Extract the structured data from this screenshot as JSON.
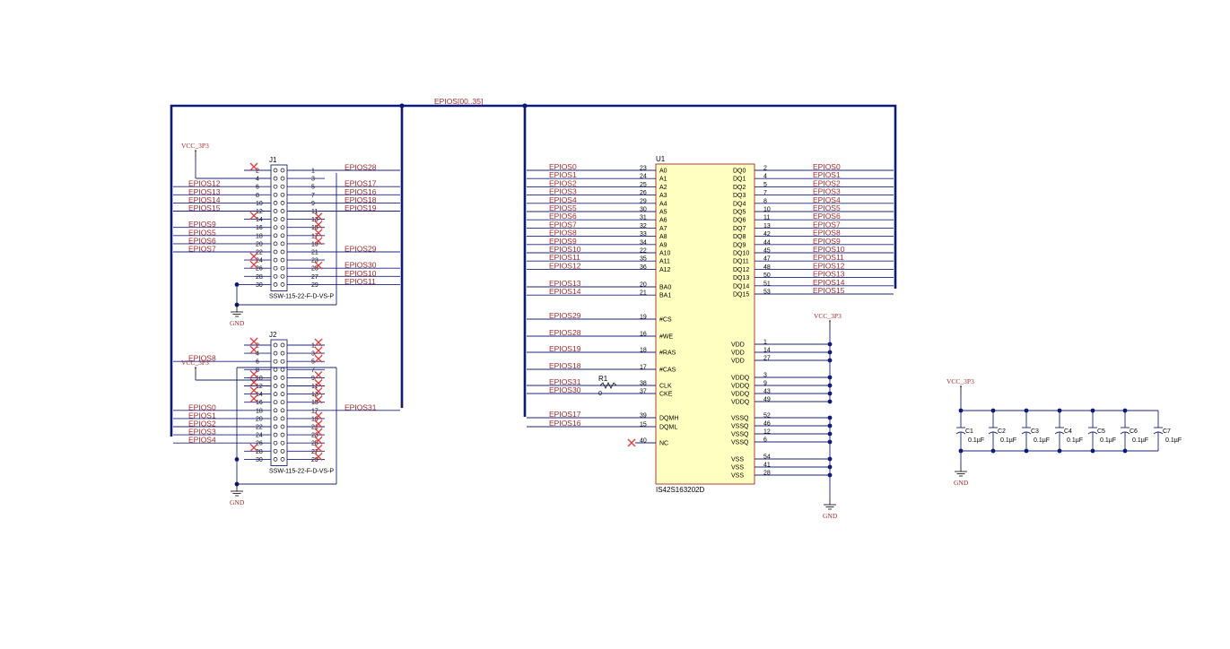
{
  "bus_label": "EPIOS[00..35]",
  "power": {
    "vcc": "VCC_3P3",
    "gnd": "GND"
  },
  "j1": {
    "ref": "J1",
    "part": "SSW-115-22-F-D-VS-P",
    "left": [
      {
        "pin": "2",
        "net": "",
        "nc": true
      },
      {
        "pin": "4",
        "net": ""
      },
      {
        "pin": "6",
        "net": "EPIOS12"
      },
      {
        "pin": "8",
        "net": "EPIOS13"
      },
      {
        "pin": "10",
        "net": "EPIOS14"
      },
      {
        "pin": "12",
        "net": "EPIOS15"
      },
      {
        "pin": "14",
        "net": "",
        "nc": true
      },
      {
        "pin": "16",
        "net": "EPIOS9"
      },
      {
        "pin": "18",
        "net": "EPIOS5"
      },
      {
        "pin": "20",
        "net": "EPIOS6"
      },
      {
        "pin": "22",
        "net": "EPIOS7"
      },
      {
        "pin": "24",
        "net": "",
        "nc": true
      },
      {
        "pin": "26",
        "net": "",
        "nc": true
      },
      {
        "pin": "28",
        "net": ""
      },
      {
        "pin": "30",
        "net": ""
      }
    ],
    "right": [
      {
        "pin": "1",
        "net": "EPIOS28"
      },
      {
        "pin": "3",
        "net": ""
      },
      {
        "pin": "5",
        "net": "EPIOS17"
      },
      {
        "pin": "7",
        "net": "EPIOS16"
      },
      {
        "pin": "9",
        "net": "EPIOS18"
      },
      {
        "pin": "11",
        "net": "EPIOS19"
      },
      {
        "pin": "13",
        "net": "",
        "nc": true
      },
      {
        "pin": "15",
        "net": "",
        "nc": true
      },
      {
        "pin": "17",
        "net": "",
        "nc": true
      },
      {
        "pin": "19",
        "net": "",
        "nc": true
      },
      {
        "pin": "21",
        "net": "EPIOS29"
      },
      {
        "pin": "23",
        "net": ""
      },
      {
        "pin": "25",
        "net": "EPIOS30",
        "nc": true
      },
      {
        "pin": "27",
        "net": "EPIOS10"
      },
      {
        "pin": "29",
        "net": "EPIOS11"
      }
    ]
  },
  "j2": {
    "ref": "J2",
    "part": "SSW-115-22-F-D-VS-P",
    "left": [
      {
        "pin": "2",
        "net": "",
        "nc": true
      },
      {
        "pin": "4",
        "net": "",
        "nc": true
      },
      {
        "pin": "6",
        "net": "EPIOS8"
      },
      {
        "pin": "8",
        "net": ""
      },
      {
        "pin": "10",
        "net": "",
        "nc": true
      },
      {
        "pin": "12",
        "net": "",
        "nc": true
      },
      {
        "pin": "14",
        "net": "",
        "nc": true
      },
      {
        "pin": "16",
        "net": "",
        "nc": true
      },
      {
        "pin": "18",
        "net": "EPIOS0"
      },
      {
        "pin": "20",
        "net": "EPIOS1"
      },
      {
        "pin": "22",
        "net": "EPIOS2"
      },
      {
        "pin": "24",
        "net": "EPIOS3"
      },
      {
        "pin": "26",
        "net": "EPIOS4"
      },
      {
        "pin": "28",
        "net": "",
        "nc": true
      },
      {
        "pin": "30",
        "net": ""
      }
    ],
    "right": [
      {
        "pin": "1",
        "net": "",
        "nc": true
      },
      {
        "pin": "3",
        "net": "",
        "nc": true
      },
      {
        "pin": "5",
        "net": "",
        "nc": true
      },
      {
        "pin": "7",
        "net": ""
      },
      {
        "pin": "9",
        "net": "",
        "nc": true
      },
      {
        "pin": "11",
        "net": "",
        "nc": true
      },
      {
        "pin": "13",
        "net": "",
        "nc": true
      },
      {
        "pin": "15",
        "net": "",
        "nc": true
      },
      {
        "pin": "17",
        "net": "EPIOS31"
      },
      {
        "pin": "19",
        "net": "",
        "nc": true
      },
      {
        "pin": "21",
        "net": "",
        "nc": true
      },
      {
        "pin": "23",
        "net": "",
        "nc": true
      },
      {
        "pin": "25",
        "net": "",
        "nc": true
      },
      {
        "pin": "27",
        "net": "",
        "nc": true
      },
      {
        "pin": "29",
        "net": "",
        "nc": true
      }
    ]
  },
  "u1": {
    "ref": "U1",
    "part": "IS42S163202D",
    "left": [
      {
        "pin": "23",
        "name": "A0",
        "net": "EPIOS0"
      },
      {
        "pin": "24",
        "name": "A1",
        "net": "EPIOS1"
      },
      {
        "pin": "25",
        "name": "A2",
        "net": "EPIOS2"
      },
      {
        "pin": "26",
        "name": "A3",
        "net": "EPIOS3"
      },
      {
        "pin": "29",
        "name": "A4",
        "net": "EPIOS4"
      },
      {
        "pin": "30",
        "name": "A5",
        "net": "EPIOS5"
      },
      {
        "pin": "31",
        "name": "A6",
        "net": "EPIOS6"
      },
      {
        "pin": "32",
        "name": "A7",
        "net": "EPIOS7"
      },
      {
        "pin": "33",
        "name": "A8",
        "net": "EPIOS8"
      },
      {
        "pin": "34",
        "name": "A9",
        "net": "EPIOS9"
      },
      {
        "pin": "22",
        "name": "A10",
        "net": "EPIOS10"
      },
      {
        "pin": "35",
        "name": "A11",
        "net": "EPIOS11"
      },
      {
        "pin": "36",
        "name": "A12",
        "net": "EPIOS12"
      },
      {
        "pin": "20",
        "name": "BA0",
        "net": "EPIOS13"
      },
      {
        "pin": "21",
        "name": "BA1",
        "net": "EPIOS14"
      },
      {
        "pin": "19",
        "name": "#CS",
        "net": "EPIOS29"
      },
      {
        "pin": "16",
        "name": "#WE",
        "net": "EPIOS28"
      },
      {
        "pin": "18",
        "name": "#RAS",
        "net": "EPIOS19"
      },
      {
        "pin": "17",
        "name": "#CAS",
        "net": "EPIOS18"
      },
      {
        "pin": "38",
        "name": "CLK",
        "net": "EPIOS31"
      },
      {
        "pin": "37",
        "name": "CKE",
        "net": "EPIOS30"
      },
      {
        "pin": "39",
        "name": "DQMH",
        "net": "EPIOS17"
      },
      {
        "pin": "15",
        "name": "DQML",
        "net": "EPIOS16"
      },
      {
        "pin": "40",
        "name": "NC",
        "net": ""
      }
    ],
    "right": [
      {
        "pin": "2",
        "name": "DQ0",
        "net": "EPIOS0"
      },
      {
        "pin": "4",
        "name": "DQ1",
        "net": "EPIOS1"
      },
      {
        "pin": "5",
        "name": "DQ2",
        "net": "EPIOS2"
      },
      {
        "pin": "7",
        "name": "DQ3",
        "net": "EPIOS3"
      },
      {
        "pin": "8",
        "name": "DQ4",
        "net": "EPIOS4"
      },
      {
        "pin": "10",
        "name": "DQ5",
        "net": "EPIOS5"
      },
      {
        "pin": "11",
        "name": "DQ6",
        "net": "EPIOS6"
      },
      {
        "pin": "13",
        "name": "DQ7",
        "net": "EPIOS7"
      },
      {
        "pin": "42",
        "name": "DQ8",
        "net": "EPIOS8"
      },
      {
        "pin": "44",
        "name": "DQ9",
        "net": "EPIOS9"
      },
      {
        "pin": "45",
        "name": "DQ10",
        "net": "EPIOS10"
      },
      {
        "pin": "47",
        "name": "DQ11",
        "net": "EPIOS11"
      },
      {
        "pin": "48",
        "name": "DQ12",
        "net": "EPIOS12"
      },
      {
        "pin": "50",
        "name": "DQ13",
        "net": "EPIOS13"
      },
      {
        "pin": "51",
        "name": "DQ14",
        "net": "EPIOS14"
      },
      {
        "pin": "53",
        "name": "DQ15",
        "net": "EPIOS15"
      }
    ],
    "power": [
      {
        "pin": "1",
        "name": "VDD"
      },
      {
        "pin": "14",
        "name": "VDD"
      },
      {
        "pin": "27",
        "name": "VDD"
      },
      {
        "pin": "3",
        "name": "VDDQ"
      },
      {
        "pin": "9",
        "name": "VDDQ"
      },
      {
        "pin": "43",
        "name": "VDDQ"
      },
      {
        "pin": "49",
        "name": "VDDQ"
      },
      {
        "pin": "52",
        "name": "VSSQ"
      },
      {
        "pin": "46",
        "name": "VSSQ"
      },
      {
        "pin": "12",
        "name": "VSSQ"
      },
      {
        "pin": "6",
        "name": "VSSQ"
      },
      {
        "pin": "54",
        "name": "VSS"
      },
      {
        "pin": "41",
        "name": "VSS"
      },
      {
        "pin": "28",
        "name": "VSS"
      }
    ]
  },
  "r1": {
    "ref": "R1",
    "value": "0"
  },
  "caps": [
    {
      "ref": "C1",
      "value": "0.1µF"
    },
    {
      "ref": "C2",
      "value": "0.1µF"
    },
    {
      "ref": "C3",
      "value": "0.1µF"
    },
    {
      "ref": "C4",
      "value": "0.1µF"
    },
    {
      "ref": "C5",
      "value": "0.1µF"
    },
    {
      "ref": "C6",
      "value": "0.1µF"
    },
    {
      "ref": "C7",
      "value": "0.1µF"
    }
  ]
}
